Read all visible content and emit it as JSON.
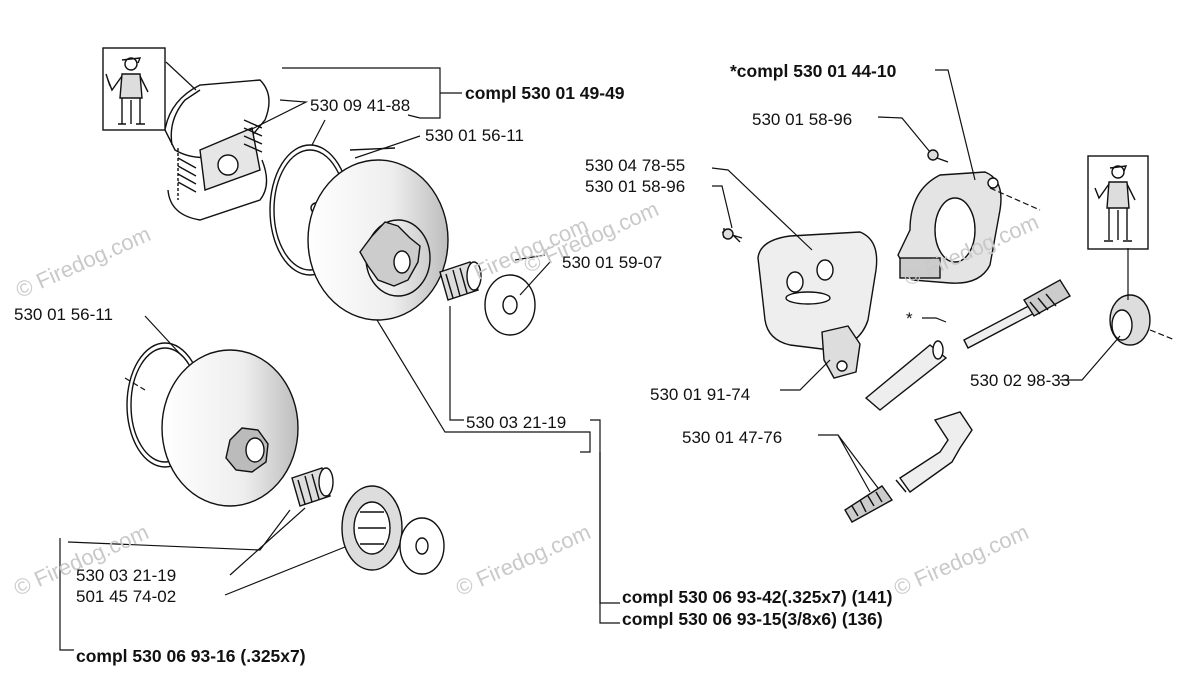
{
  "labels": {
    "clutch_compl": "compl 530 01 49-49",
    "spring": "530 09 41-88",
    "drum_top": "530 01 56-11",
    "washer_top": "530 01 59-07",
    "bearing_top": "530 03 21-19",
    "drum_compl_a": "compl 530 06 93-42(.325x7) (141)",
    "drum_compl_b": "compl 530 06 93-15(3/8x6) (136)",
    "drum_left": "530 01 56-11",
    "bearing_left": "530 03 21-19",
    "rim_left": "501 45 74-02",
    "drum_compl_left": "compl 530 06 93-16 (.325x7)",
    "cover_compl": "*compl 530 01 44-10",
    "screw_top": "530 01 58-96",
    "plate_a": "530 04 78-55",
    "plate_b": "530 01 58-96",
    "guide": "530 01 91-74",
    "gear": "530 02 98-33",
    "file_kit": "530 01 47-76",
    "star": "*"
  },
  "watermarks": {
    "w1": "© Firedog.com",
    "w2": "Firedog.com",
    "w3": "© Firedog.com",
    "w4": "© Firedog.com",
    "w5": "© Firedog.com",
    "w6": "© Firedog.com",
    "w7": "© Firedog.com"
  },
  "icons": [
    "mechanic-figure-icon"
  ]
}
